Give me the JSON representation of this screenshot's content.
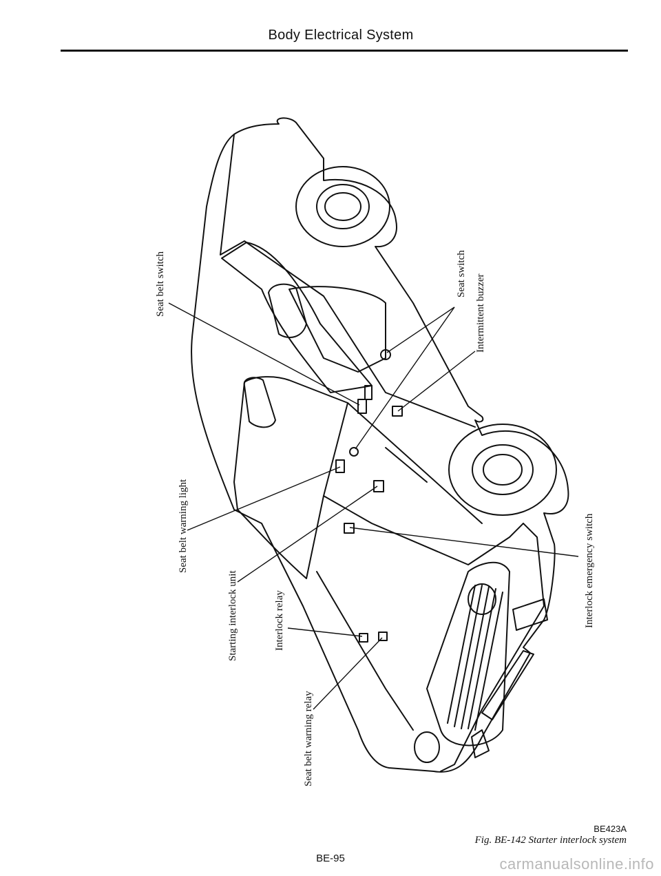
{
  "header": {
    "title": "Body Electrical System"
  },
  "labels": {
    "seat_belt_switch": "Seat belt switch",
    "seat_belt_warning_light": "Seat belt warning light",
    "starting_interlock_unit": "Starting interlock unit",
    "interlock_relay": "Interlock relay",
    "seat_belt_warning_relay": "Seat belt warning relay",
    "seat_switch": "Seat switch",
    "intermittent_buzzer": "Intermittent buzzer",
    "interlock_emergency_switch": "Interlock emergency switch"
  },
  "figure": {
    "code": "BE423A",
    "caption": "Fig. BE-142  Starter interlock system"
  },
  "footer": {
    "page_number": "BE-95",
    "watermark": "carmanualsonline.info"
  }
}
